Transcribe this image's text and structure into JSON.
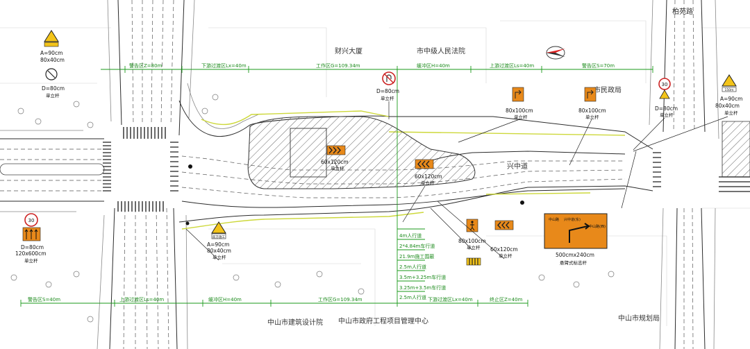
{
  "buildings": {
    "caixing": "财兴大厦",
    "court": "市中级人民法院",
    "civil": "市民政局",
    "design": "中山市建筑设计院",
    "project": "中山市政府工程项目管理中心",
    "planning": "中山市规划局",
    "baiyuan": "柏苑路",
    "xingzhong": "兴中道"
  },
  "top_segments": {
    "s1": "警告区Z=80m",
    "s2": "下游过渡区Lx=40m",
    "s3": "工作区G=109.34m",
    "s4": "缓冲区H=40m",
    "s5": "上游过渡区Ls=40m",
    "s6": "警告区S=70m"
  },
  "bottom_segments": {
    "s1": "警告区S=40m",
    "s2": "上游过渡区Ls=40m",
    "s3": "缓冲区H=40m",
    "s4": "工作区G=109.34m",
    "s5": "下游过渡区Lx=40m",
    "s6": "终止区Z=40m"
  },
  "cross_section": [
    "4m人行道",
    "2*4.84m车行道",
    "21.9m施工围蔽",
    "2.5m人行道",
    "3.5m+3.25m车行道",
    "3.25m+3.5m车行道",
    "2.5m人行道"
  ],
  "signs": {
    "tl_warn": {
      "size1": "A=90cm",
      "size2": "80x40cm"
    },
    "tl_round": {
      "size": "D=80cm",
      "pole": "单立杆"
    },
    "uturn": {
      "size": "D=80cm",
      "pole": "单立杆"
    },
    "chev1": {
      "size": "60x120cm",
      "pole": "单立杆"
    },
    "chev2": {
      "size": "60x120cm",
      "pole": "单立杆"
    },
    "orange1": {
      "size": "80x100cm",
      "pole": "单立杆"
    },
    "orange2": {
      "size": "80x100cm",
      "pole": "单立杆"
    },
    "speed30_r": {
      "value": "30",
      "size": "D=80cm",
      "pole": "单立杆"
    },
    "tr_warn": {
      "plate": "150m",
      "size1": "A=90cm",
      "size2": "80x40cm",
      "pole": "单立杆"
    },
    "left_speed": {
      "value": "30",
      "size1": "D=80cm",
      "size2": "120x600cm",
      "pole": "单立杆"
    },
    "bot_warn": {
      "plate": "前方施工",
      "size1": "A=90cm",
      "size2": "80x40cm",
      "pole": "单立杆"
    },
    "ped": {
      "size": "80x100cm",
      "pole": "单立杆"
    },
    "chev3": {
      "size": "60x120cm",
      "pole": "单立杆"
    },
    "guide": {
      "line1": "中山路",
      "line2": "兴中道(东)",
      "line3": "中山路(西)",
      "size": "500cmx240cm",
      "pole": "悬臂式标志杆"
    }
  },
  "colors": {
    "construction_green": "#1a9a1a",
    "sign_orange": "#e8891a",
    "line_yellow": "#cdd83a"
  }
}
